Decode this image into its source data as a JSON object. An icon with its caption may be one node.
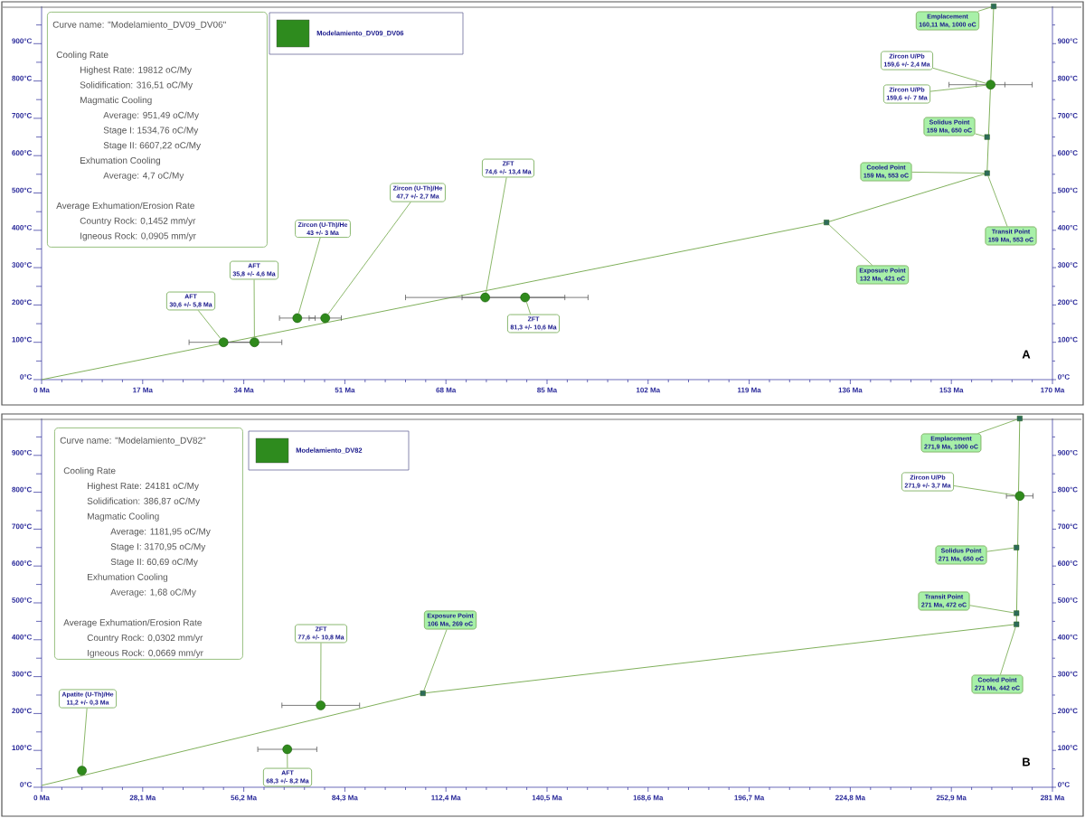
{
  "diagram": {
    "nodes": [
      {
        "text": [
          "Curve name: \"Modelamiento_DV09_DV06\"",
          "Cooling Rate",
          "Highest Rate: 19812 oC/My",
          "Solidification: 316,51 oC/My",
          "Magmatic Cooling",
          "Average: 951,49 oC/My",
          "Stage I: 1534,76 oC/My",
          "Stage II: 6607,22 oC/My",
          "Exhumation Cooling",
          "Average: 4,7 oC/My",
          "Average Exhumation/Erosion Rate",
          "Country Rock: 0,1452 mm/yr",
          "Igneous Rock: 0,0905 mm/yr"
        ]
      },
      {
        "text": [
          "Emplacement",
          "160,11 Ma, 1000 oC"
        ]
      },
      {
        "text": [
          "Zircon U/Pb",
          "159,6 +/- 2,4 Ma"
        ]
      },
      {
        "text": [
          "Zircon U/Pb",
          "159,6 +/- 7 Ma"
        ]
      },
      {
        "text": [
          "Solidus Point",
          "159 Ma, 650 oC"
        ]
      },
      {
        "text": [
          "Cooled Point",
          "159 Ma, 553 oC"
        ]
      },
      {
        "text": [
          "Transit Point",
          "159 Ma, 553 oC"
        ]
      },
      {
        "text": [
          "Exposure Point",
          "132 Ma, 421 oC"
        ]
      },
      {
        "text": [
          "ZFT",
          "74,6 +/- 13,4 Ma"
        ]
      },
      {
        "text": [
          "ZFT",
          "81,3 +/- 10,6 Ma"
        ]
      },
      {
        "text": [
          "Zircon (U-Th)/He",
          "47,7 +/- 2,7 Ma"
        ]
      },
      {
        "text": [
          "Zircon (U-Th)/He",
          "43 +/- 3 Ma"
        ]
      },
      {
        "text": [
          "AFT",
          "35,8 +/- 4,6 Ma"
        ]
      },
      {
        "text": [
          "AFT",
          "30,6 +/- 5,8 Ma"
        ]
      },
      {
        "text": [],
        "shape": "box"
      },
      {
        "text": [],
        "shape": "circle"
      },
      {
        "text": [],
        "shape": "box"
      },
      {
        "text": [],
        "shape": "box"
      },
      {
        "text": [],
        "shape": "box"
      },
      {
        "text": [],
        "shape": "circle"
      },
      {
        "text": [],
        "shape": "circle"
      },
      {
        "text": [],
        "shape": "circle"
      },
      {
        "text": [],
        "shape": "circle"
      },
      {
        "text": [],
        "shape": "circle"
      },
      {
        "text": [],
        "shape": "circle"
      },
      {
        "text": [
          "Curve name: \"Modelamiento_DV82\"",
          "Cooling Rate",
          "Highest Rate: 24181 oC/My",
          "Solidification: 386,87 oC/My",
          "Magmatic Cooling",
          "Average: 1181,95 oC/My",
          "Stage I: 3170,95 oC/My",
          "Stage II: 60,69 oC/My",
          "Exhumation Cooling",
          "Average: 1,68 oC/My",
          "Average Exhumation/Erosion Rate",
          "Country Rock: 0,0302 mm/yr",
          "Igneous Rock: 0,0669 mm/yr"
        ]
      },
      {
        "text": [
          "Emplacement",
          "271,9 Ma, 1000 oC"
        ]
      },
      {
        "text": [
          "Zircon U/Pb",
          "271,9 +/- 3,7 Ma"
        ]
      },
      {
        "text": [
          "Solidus Point",
          "271 Ma, 650 oC"
        ]
      },
      {
        "text": [
          "Transit Point",
          "271 Ma, 472 oC"
        ]
      },
      {
        "text": [
          "Cooled Point",
          "271 Ma, 442 oC"
        ]
      },
      {
        "text": [
          "Exposure Point",
          "106 Ma, 269 oC"
        ]
      },
      {
        "text": [
          "ZFT",
          "77,6 +/- 10,8 Ma"
        ]
      },
      {
        "text": [
          "Apatite (U-Th)/He",
          "11,2 +/- 0,3 Ma"
        ]
      },
      {
        "text": [
          "AFT",
          "68,3 +/- 8,2 Ma"
        ]
      },
      {
        "text": [],
        "shape": "box"
      },
      {
        "text": [],
        "shape": "circle"
      },
      {
        "text": [],
        "shape": "box"
      },
      {
        "text": [],
        "shape": "box"
      },
      {
        "text": [],
        "shape": "box"
      },
      {
        "text": [],
        "shape": "box"
      },
      {
        "text": [],
        "shape": "circle"
      },
      {
        "text": [],
        "shape": "circle"
      },
      {
        "text": [],
        "shape": "circle"
      }
    ],
    "edges": [
      {
        "from": 1,
        "to": 14,
        "arrow": "none"
      },
      {
        "from": 2,
        "to": 15,
        "arrow": "none"
      },
      {
        "from": 3,
        "to": 15,
        "arrow": "none"
      },
      {
        "from": 4,
        "to": 16,
        "arrow": "none"
      },
      {
        "from": 5,
        "to": 17,
        "arrow": "none"
      },
      {
        "from": 6,
        "to": 17,
        "arrow": "none"
      },
      {
        "from": 7,
        "to": 18,
        "arrow": "none"
      },
      {
        "from": 8,
        "to": 19,
        "arrow": "none"
      },
      {
        "from": 9,
        "to": 20,
        "arrow": "none"
      },
      {
        "from": 10,
        "to": 21,
        "arrow": "none"
      },
      {
        "from": 11,
        "to": 22,
        "arrow": "none"
      },
      {
        "from": 12,
        "to": 23,
        "arrow": "none"
      },
      {
        "from": 13,
        "to": 24,
        "arrow": "none"
      },
      {
        "from": 26,
        "to": 35,
        "arrow": "none"
      },
      {
        "from": 27,
        "to": 36,
        "arrow": "none"
      },
      {
        "from": 28,
        "to": 37,
        "arrow": "none"
      },
      {
        "from": 29,
        "to": 38,
        "arrow": "none"
      },
      {
        "from": 30,
        "to": 39,
        "arrow": "none"
      },
      {
        "from": 31,
        "to": 40,
        "arrow": "none"
      },
      {
        "from": 32,
        "to": 41,
        "arrow": "none"
      },
      {
        "from": 33,
        "to": 42,
        "arrow": "none"
      },
      {
        "from": 34,
        "to": 43,
        "arrow": "none"
      }
    ],
    "labels": [
      "0°C",
      "100°C",
      "200°C",
      "300°C",
      "400°C",
      "500°C",
      "600°C",
      "700°C",
      "800°C",
      "900°C",
      "0°C",
      "100°C",
      "200°C",
      "300°C",
      "400°C",
      "500°C",
      "600°C",
      "700°C",
      "800°C",
      "900°C",
      "0 Ma",
      "17 Ma",
      "34 Ma",
      "51 Ma",
      "68 Ma",
      "85 Ma",
      "102 Ma",
      "119 Ma",
      "136 Ma",
      "153 Ma",
      "170 Ma",
      "A",
      "0°C",
      "100°C",
      "200°C",
      "300°C",
      "400°C",
      "500°C",
      "600°C",
      "700°C",
      "800°C",
      "900°C",
      "0°C",
      "100°C",
      "200°C",
      "300°C",
      "400°C",
      "500°C",
      "600°C",
      "700°C",
      "800°C",
      "900°C",
      "0 Ma",
      "28,1 Ma",
      "56,2 Ma",
      "84,3 Ma",
      "112,4 Ma",
      "140,5 Ma",
      "168,6 Ma",
      "196,7 Ma",
      "224,8 Ma",
      "252,9 Ma",
      "281 Ma",
      "B"
    ],
    "legend": [
      {
        "text": "Modelamiento_DV09_DV06",
        "color": "#2e8b1e"
      },
      {
        "text": "Modelamiento_DV82",
        "color": "#2e8b1e"
      }
    ]
  }
}
